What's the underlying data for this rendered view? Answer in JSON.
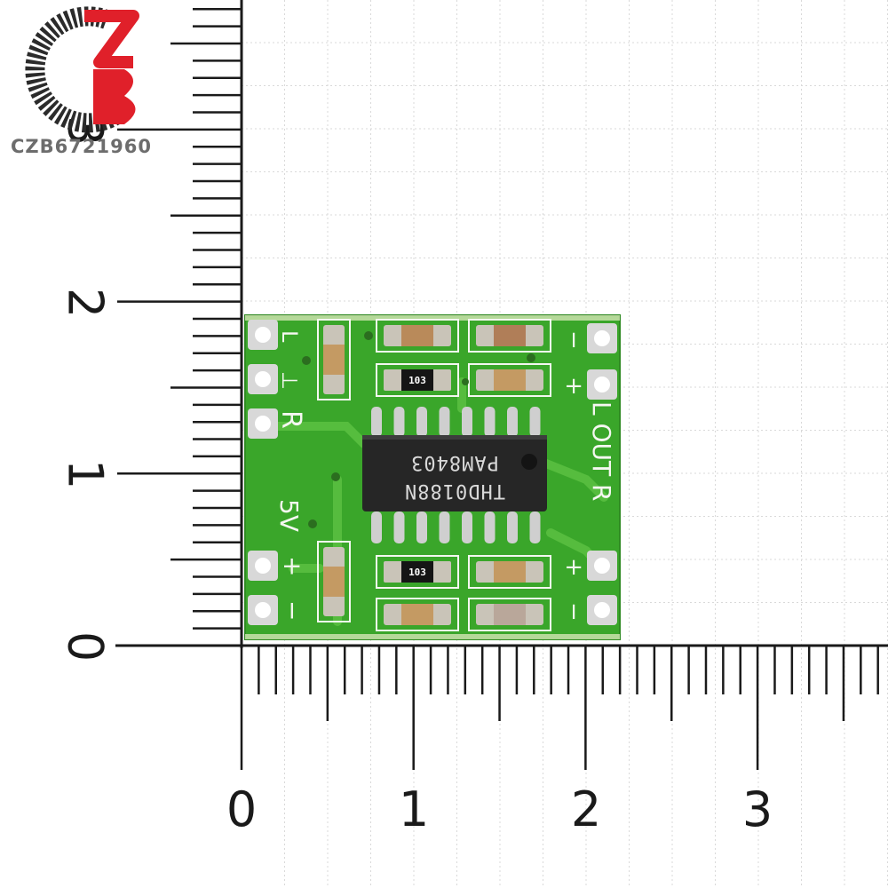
{
  "watermark": {
    "text": "CZB6721960",
    "colors": {
      "red": "#e0202a",
      "dark": "#2b2b2b",
      "grey": "#7a7a7a"
    }
  },
  "ruler": {
    "horizontal_labels": [
      "0",
      "1",
      "2",
      "3"
    ],
    "vertical_labels": [
      "0",
      "1",
      "2",
      "3"
    ]
  },
  "board": {
    "color": "#3aa62a",
    "chip": {
      "line1": "THD0188N",
      "line2": "PAM8403"
    },
    "resistor_code": "103",
    "silkscreen": {
      "left_top": "L",
      "left_mid": "⊥",
      "left_r": "R",
      "power": "5V",
      "plus": "+",
      "minus": "−",
      "l_out": "L OUT R"
    }
  }
}
